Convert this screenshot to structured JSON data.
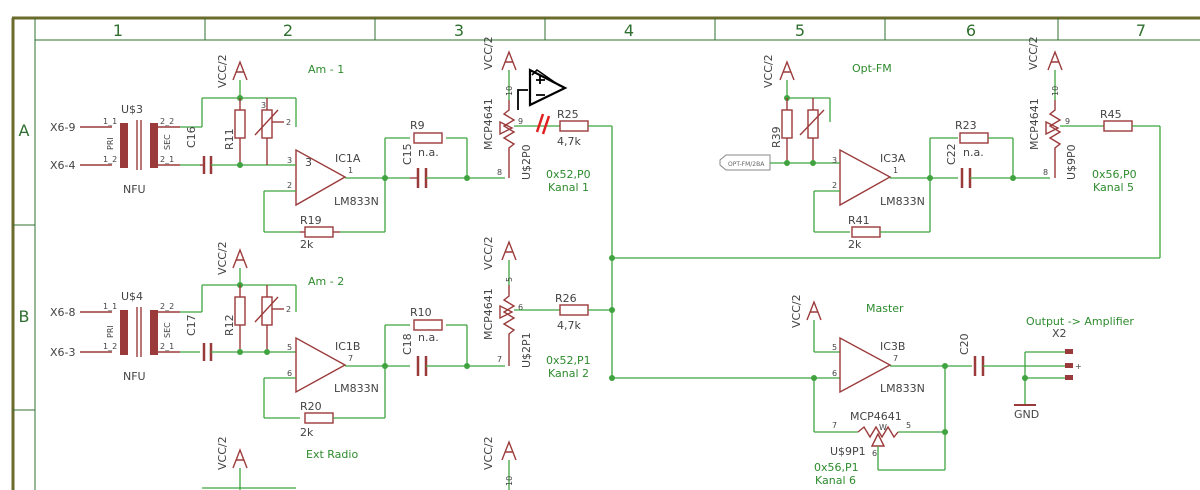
{
  "zones": {
    "columns": [
      "1",
      "2",
      "3",
      "4",
      "5",
      "6",
      "7"
    ],
    "rows": [
      "A",
      "B"
    ]
  },
  "colors": {
    "wire": "#3fa33f",
    "part": "#9b3a3a",
    "frame": "#2f6f2f",
    "text": "#444444",
    "note": "#2e8b2e"
  },
  "connectors": {
    "x6_9": "X6-9",
    "x6_4": "X6-4",
    "x6_8": "X6-8",
    "x6_3": "X6-3"
  },
  "transformers": [
    {
      "name": "U$3",
      "value": "NFU",
      "pri": "PRI",
      "sec": "SEC",
      "pin_a": "1_1",
      "pin_b": "1_2",
      "pin_c": "2_2",
      "pin_d": "2_1"
    },
    {
      "name": "U$4",
      "value": "NFU",
      "pri": "PRI",
      "sec": "SEC",
      "pin_a": "1_1",
      "pin_b": "1_2",
      "pin_c": "2_2",
      "pin_d": "2_1"
    }
  ],
  "supplies": {
    "vcc2": "VCC/2",
    "gnd": "GND"
  },
  "channels": {
    "am1": "Am - 1",
    "am2": "Am - 2",
    "ext": "Ext Radio",
    "optfm": "Opt-FM",
    "master": "Master"
  },
  "opamps": [
    {
      "name": "IC1A",
      "value": "LM833N"
    },
    {
      "name": "IC1B",
      "value": "LM833N"
    },
    {
      "name": "IC3A",
      "value": "LM833N"
    },
    {
      "name": "IC3B",
      "value": "LM833N"
    }
  ],
  "resistors": {
    "r9": "R9",
    "r10": "R10",
    "r19": "R19",
    "r20": "R20",
    "r23": "R23",
    "r41": "R41",
    "r25": "R25",
    "r26": "R26",
    "r45": "R45",
    "r11": "R11",
    "r12": "R12",
    "r39": "R39",
    "v2k": "2k",
    "v47k": "4,7k",
    "na": "n.a."
  },
  "caps": {
    "c16": "C16",
    "c17": "C17",
    "c15": "C15",
    "c18": "C18",
    "c22": "C22",
    "c20": "C20"
  },
  "digipots": {
    "part": "MCP4641",
    "u2p0": "U$2P0",
    "u2p1": "U$2P1",
    "u9p0": "U$9P0",
    "u9p1": "U$9P1",
    "a52p0": "0x52,P0",
    "a52p1": "0x52,P1",
    "a56p0": "0x56,P0",
    "a56p1": "0x56,P1",
    "k1": "Kanal 1",
    "k2": "Kanal 2",
    "k5": "Kanal 5",
    "k6": "Kanal 6"
  },
  "pins": {
    "n1": "1",
    "n2": "2",
    "n3": "3",
    "n5": "5",
    "n6": "6",
    "n7": "7",
    "n8": "8",
    "n9": "9",
    "n10": "10",
    "w": "W"
  },
  "opt_fm_tag": "OPT-FM/2BA",
  "output": {
    "label": "Output -> Amplifier",
    "name": "X2"
  }
}
